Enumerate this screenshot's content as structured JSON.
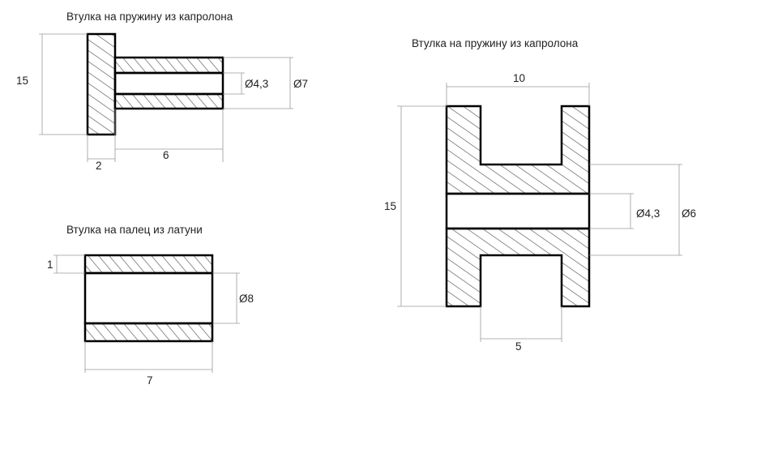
{
  "titles": {
    "spring_bushing_small": "Втулка на пружину из капролона",
    "spring_bushing_large": "Втулка на пружину из капролона",
    "pin_bushing": "Втулка на палец из латуни"
  },
  "dimensions": {
    "spring_bushing_small": {
      "height": "15",
      "flange_thickness": "2",
      "length": "6",
      "bore_diameter": "Ø4,3",
      "outer_diameter": "Ø7"
    },
    "pin_bushing": {
      "wall_thickness": "1",
      "bore_diameter": "Ø8",
      "length": "7"
    },
    "spring_bushing_large": {
      "width": "10",
      "height": "15",
      "bore_diameter": "Ø4,3",
      "hub_diameter": "Ø6",
      "groove_width": "5"
    }
  },
  "colors": {
    "outline": "#000000",
    "hatch": "#555555",
    "dimension_line": "#9a9a9a",
    "text": "#222222"
  }
}
